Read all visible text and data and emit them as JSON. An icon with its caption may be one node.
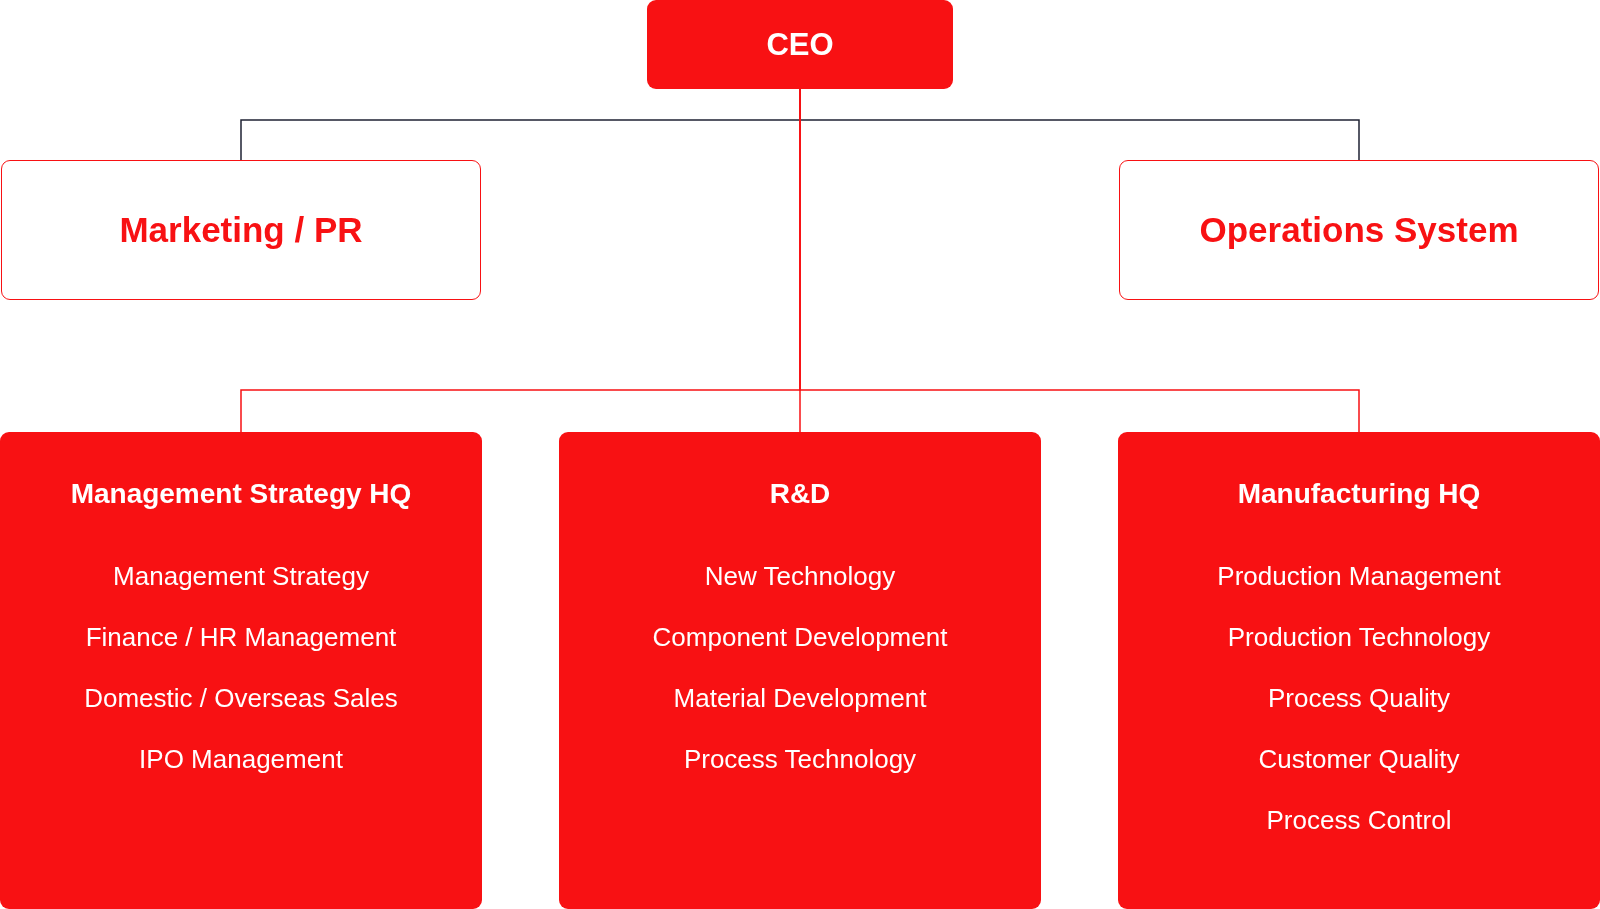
{
  "diagram": {
    "nodes": [
      {
        "text": [
          "CEO"
        ]
      },
      {
        "text": [
          "Marketing / PR"
        ]
      },
      {
        "text": [
          "Operations System"
        ]
      },
      {
        "text": [
          "Management Strategy HQ",
          "Management Strategy",
          "Finance / HR Management",
          "Domestic / Overseas Sales",
          "IPO Management"
        ]
      },
      {
        "text": [
          "R&D",
          "New Technology",
          "Component Development",
          "Material Development",
          "Process Technology"
        ]
      },
      {
        "text": [
          "Manufacturing HQ",
          "Production Management",
          "Production Technology",
          "Process Quality",
          "Customer Quality",
          "Process Control"
        ]
      }
    ],
    "edges": [
      {
        "from": 0,
        "to": 1,
        "arrow": "none",
        "color": "#1f2233"
      },
      {
        "from": 0,
        "to": 2,
        "arrow": "none",
        "color": "#1f2233"
      },
      {
        "from": 0,
        "to": 3,
        "arrow": "none"
      },
      {
        "from": 0,
        "to": 4,
        "arrow": "none"
      },
      {
        "from": 0,
        "to": 5,
        "arrow": "none"
      }
    ]
  }
}
